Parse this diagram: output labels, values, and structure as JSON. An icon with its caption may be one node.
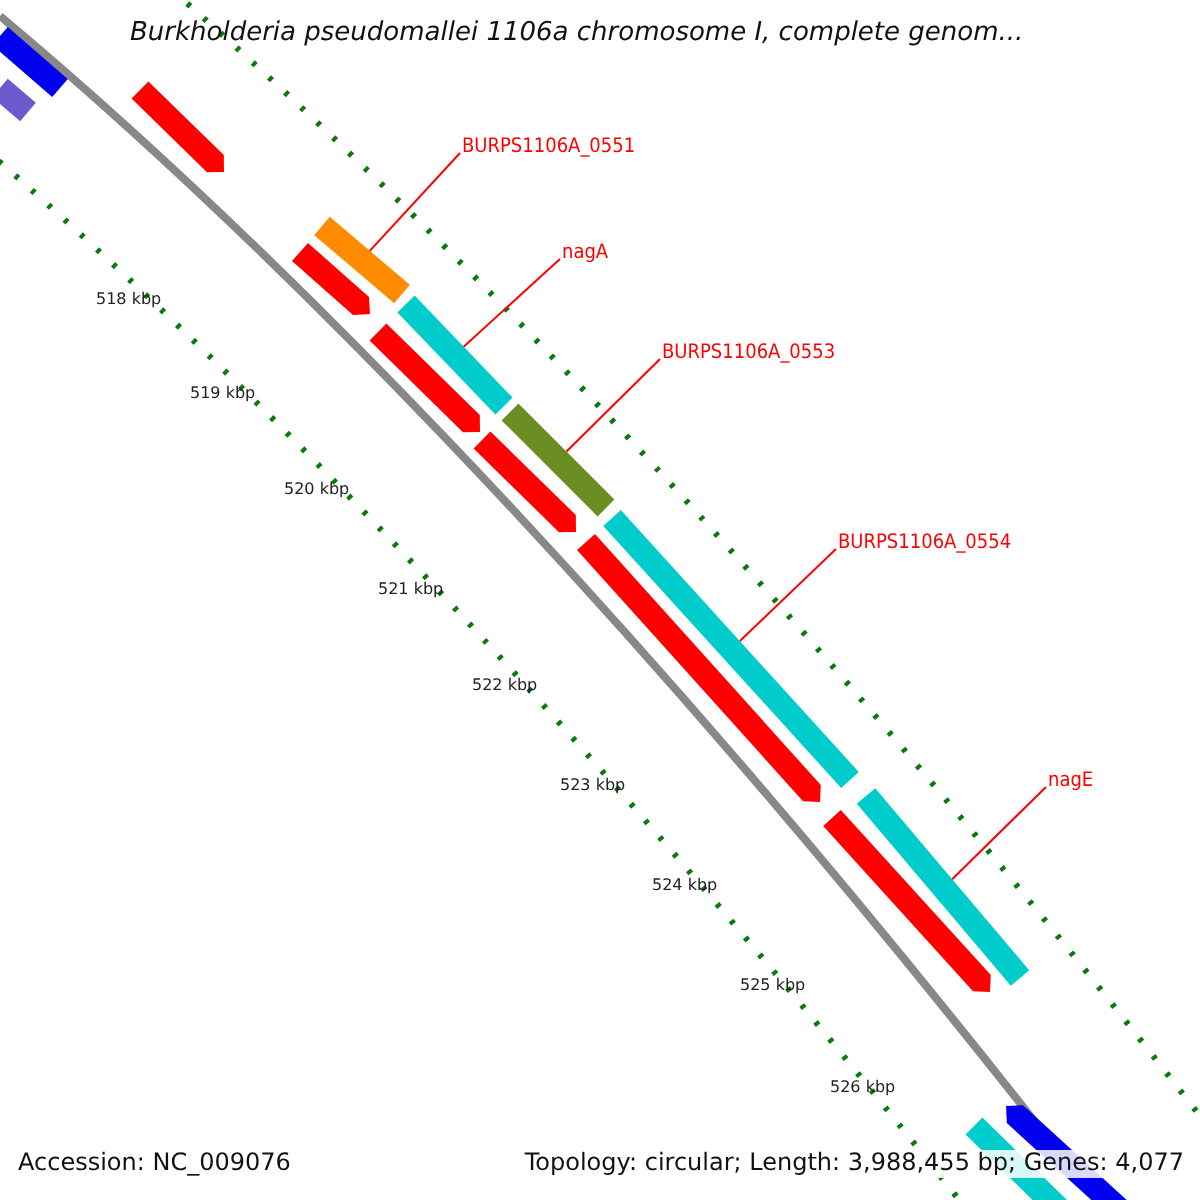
{
  "diagram": {
    "title": "Burkholderia pseudomallei 1106a chromosome I, complete genom...",
    "nodes": [
      {
        "text": [],
        "shape": "bar"
      },
      {
        "text": [],
        "shape": "bar"
      },
      {
        "text": [],
        "shape": "bar"
      },
      {
        "text": [
          "BURPS1106A_0551"
        ]
      },
      {
        "text": [],
        "shape": "bar"
      },
      {
        "text": [
          "nagA"
        ]
      },
      {
        "text": [],
        "shape": "bar"
      },
      {
        "text": [],
        "shape": "bar"
      },
      {
        "text": [],
        "shape": "bar"
      },
      {
        "text": [
          "BURPS1106A_0553"
        ]
      },
      {
        "text": [],
        "shape": "bar"
      },
      {
        "text": [],
        "shape": "bar"
      },
      {
        "text": [
          "BURPS1106A_0554"
        ]
      },
      {
        "text": [],
        "shape": "bar"
      },
      {
        "text": [],
        "shape": "bar"
      },
      {
        "text": [
          "nagE"
        ]
      },
      {
        "text": [],
        "shape": "bar"
      },
      {
        "text": [],
        "shape": "bar"
      },
      {
        "text": [],
        "shape": "bar"
      },
      {
        "text": [],
        "shape": "bar"
      }
    ],
    "edges": [
      {
        "from": 3,
        "to": 4,
        "arrow": "none"
      },
      {
        "from": 5,
        "to": 7,
        "arrow": "none"
      },
      {
        "from": 9,
        "to": 10,
        "arrow": "none"
      },
      {
        "from": 12,
        "to": 13,
        "arrow": "none"
      },
      {
        "from": 15,
        "to": 16,
        "arrow": "none"
      }
    ],
    "labels": [
      "518 kbp",
      "519 kbp",
      "520 kbp",
      "521 kbp",
      "522 kbp",
      "523 kbp",
      "524 kbp",
      "525 kbp",
      "526 kbp",
      "Accession: NC_009076",
      "Topology: circular; Length: 3,988,455 bp; Genes: 4,077"
    ]
  }
}
